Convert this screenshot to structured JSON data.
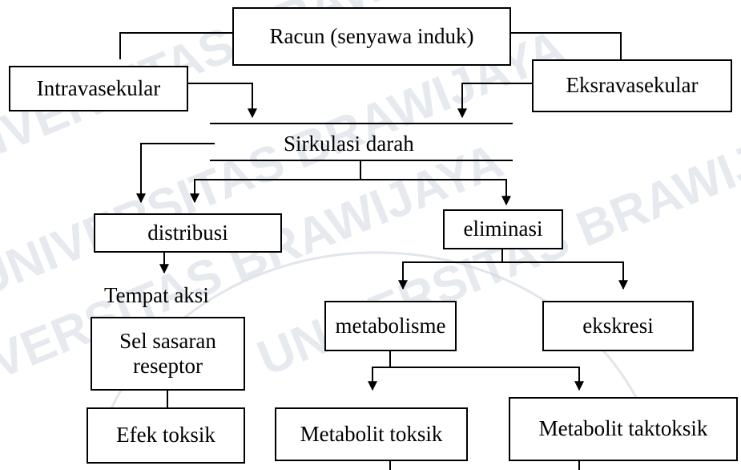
{
  "diagram": {
    "nodes": {
      "racun": "Racun (senyawa induk)",
      "intravaskular": "Intravasekular",
      "ekstravaskular": "Eksravasekular",
      "sirkulasi": "Sirkulasi darah",
      "distribusi": "distribusi",
      "eliminasi": "eliminasi",
      "tempat_aksi": "Tempat aksi",
      "metabolisme": "metabolisme",
      "ekskresi": "ekskresi",
      "sel_sasaran": "Sel sasaran reseptor",
      "efek_toksik": "Efek toksik",
      "metabolit_toksik": "Metabolit toksik",
      "metabolit_taktoksik": "Metabolit taktoksik"
    },
    "watermark": "UNIVERSITAS BRAWIJAYA"
  },
  "colors": {
    "stroke": "#000000",
    "background": "#ffffff",
    "watermark": "#c9d1dc"
  }
}
